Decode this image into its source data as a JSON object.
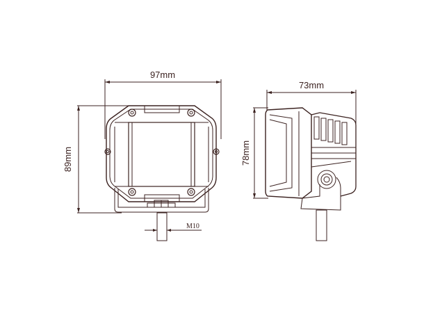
{
  "diagram": {
    "type": "technical-dimension-drawing",
    "subject": "LED pod light",
    "line_color": "#3b2220",
    "views": [
      {
        "name": "front-view",
        "dimensions": {
          "width": "97mm",
          "height": "89mm",
          "bolt": "M10"
        }
      },
      {
        "name": "side-view",
        "dimensions": {
          "depth": "73mm",
          "height": "78mm"
        }
      }
    ]
  },
  "labels": {
    "front_width": "97mm",
    "front_height": "89mm",
    "bolt_thread": "M10",
    "side_depth": "73mm",
    "side_height": "78mm"
  }
}
